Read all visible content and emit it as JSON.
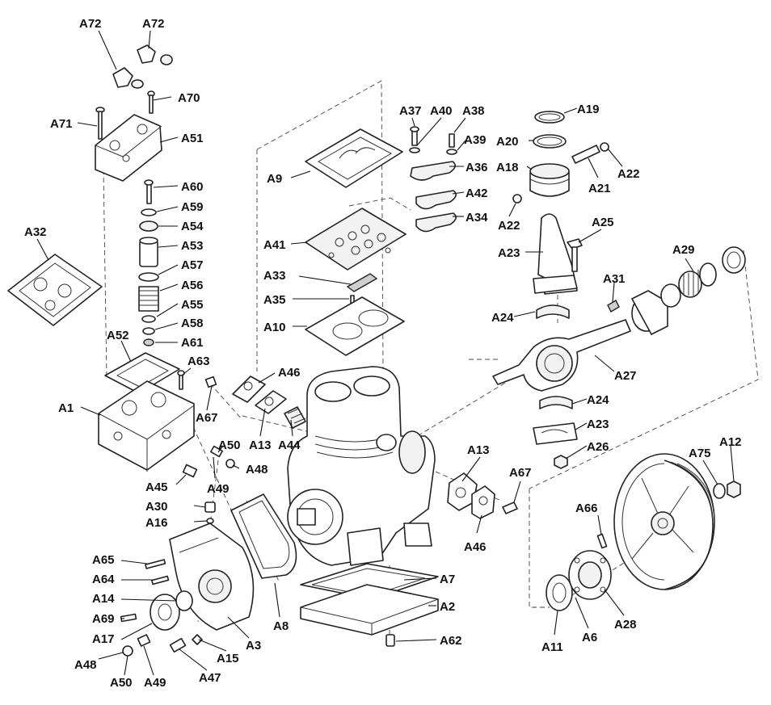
{
  "labels": {
    "A72a": "A72",
    "A72b": "A72",
    "A70": "A70",
    "A71": "A71",
    "A51": "A51",
    "A60": "A60",
    "A59": "A59",
    "A54": "A54",
    "A53": "A53",
    "A57": "A57",
    "A56": "A56",
    "A55": "A55",
    "A58": "A58",
    "A61": "A61",
    "A63": "A63",
    "A52": "A52",
    "A32": "A32",
    "A1": "A1",
    "A67a": "A67",
    "A46a": "A46",
    "A50a": "A50",
    "A13a": "A13",
    "A44": "A44",
    "A48a": "A48",
    "A49a": "A49",
    "A45": "A45",
    "A30": "A30",
    "A16": "A16",
    "A65": "A65",
    "A64": "A64",
    "A14": "A14",
    "A69": "A69",
    "A17": "A17",
    "A48b": "A48",
    "A50b": "A50",
    "A49b": "A49",
    "A47": "A47",
    "A15": "A15",
    "A3": "A3",
    "A8": "A8",
    "A7": "A7",
    "A2": "A2",
    "A62": "A62",
    "A9": "A9",
    "A41": "A41",
    "A33": "A33",
    "A35": "A35",
    "A10": "A10",
    "A37": "A37",
    "A40": "A40",
    "A38": "A38",
    "A39": "A39",
    "A36": "A36",
    "A42": "A42",
    "A34": "A34",
    "A19": "A19",
    "A20": "A20",
    "A18": "A18",
    "A21": "A21",
    "A22a": "A22",
    "A22b": "A22",
    "A25": "A25",
    "A23a": "A23",
    "A31": "A31",
    "A24a": "A24",
    "A29": "A29",
    "A27": "A27",
    "A24b": "A24",
    "A23b": "A23",
    "A26": "A26",
    "A13b": "A13",
    "A46b": "A46",
    "A67b": "A67",
    "A75": "A75",
    "A12": "A12",
    "A66": "A66",
    "A11": "A11",
    "A6": "A6",
    "A28": "A28"
  }
}
